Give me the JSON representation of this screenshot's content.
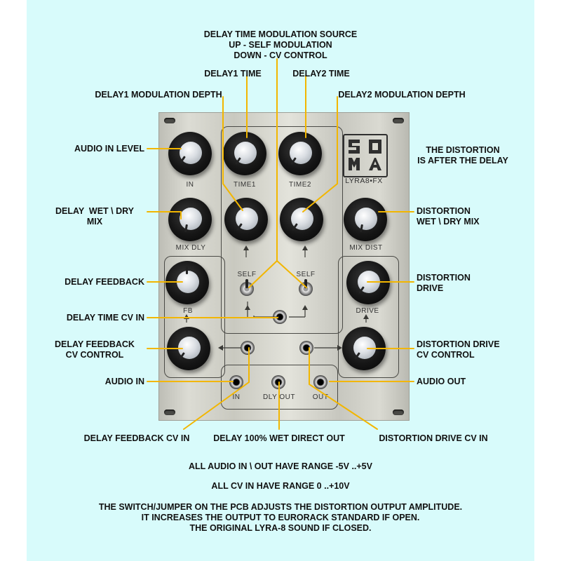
{
  "callouts": {
    "delay_time_mod_source": "DELAY TIME MODULATION SOURCE\nUP - SELF MODULATION\nDOWN - CV CONTROL",
    "delay1_time": "DELAY1 TIME",
    "delay2_time": "DELAY2 TIME",
    "delay1_mod_depth": "DELAY1 MODULATION DEPTH",
    "delay2_mod_depth": "DELAY2 MODULATION DEPTH",
    "audio_in_level": "AUDIO IN LEVEL",
    "distortion_after_delay": "THE DISTORTION\nIS AFTER THE DELAY",
    "delay_wet_dry_mix": "DELAY  WET \\ DRY\nMIX",
    "distortion_wet_dry_mix": "DISTORTION\nWET \\ DRY MIX",
    "delay_feedback": "DELAY FEEDBACK",
    "distortion_drive": "DISTORTION\nDRIVE",
    "delay_time_cv_in": "DELAY TIME CV IN",
    "delay_feedback_cv_control": "DELAY FEEDBACK\nCV CONTROL",
    "distortion_drive_cv_control": "DISTORTION DRIVE\nCV CONTROL",
    "audio_in": "AUDIO IN",
    "audio_out": "AUDIO OUT",
    "delay_feedback_cv_in": "DELAY FEEDBACK CV IN",
    "delay_wet_direct_out": "DELAY 100% WET DIRECT OUT",
    "distortion_drive_cv_in": "DISTORTION DRIVE CV IN"
  },
  "panel": {
    "logo_top": "SO",
    "logo_bottom": "MA",
    "model": "LYRA8•FX",
    "labels": {
      "in_knob": "IN",
      "time1": "TIME1",
      "time2": "TIME2",
      "mix_dly": "MIX DLY",
      "mix_dist": "MIX DIST",
      "self1": "SELF",
      "self2": "SELF",
      "fb": "FB",
      "drive": "DRIVE",
      "in_jack": "IN",
      "dly_out": "DLY OUT",
      "out_jack": "OUT"
    }
  },
  "notes": {
    "audio_range": "ALL AUDIO IN \\ OUT HAVE RANGE -5V ..+5V",
    "cv_range": "ALL CV IN HAVE RANGE 0 ..+10V",
    "switch_note": "THE SWITCH/JUMPER ON THE PCB ADJUSTS THE DISTORTION OUTPUT AMPLITUDE.\nIT INCREASES THE OUTPUT TO EURORACK STANDARD IF OPEN.\nTHE ORIGINAL LYRA-8 SOUND IF CLOSED."
  },
  "colors": {
    "background": "#d8fbfb",
    "callout_line": "#f2b600",
    "panel_line": "#4a4a46"
  },
  "icons": [
    "arrow-up-icon",
    "arrow-left-icon",
    "arrow-right-icon"
  ]
}
